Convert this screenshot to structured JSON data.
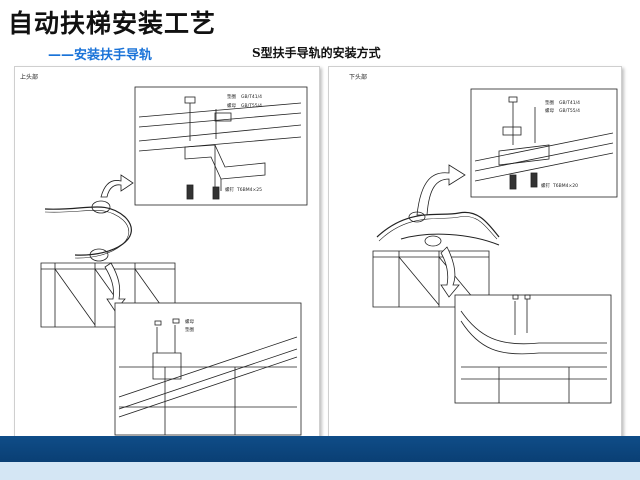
{
  "slide": {
    "title": "自动扶梯安装工艺",
    "subtitle": "——安装扶手导轨",
    "caption": "S型扶手导轨的安装方式"
  },
  "left_panel": {
    "label": "上头部",
    "callout_top": {
      "washer": "垫圈",
      "washer_spec": "GB/T41/4",
      "nut": "螺母",
      "nut_spec": "GB/T55/4",
      "bolt": "螺钉",
      "bolt_spec": "T6BM4×25"
    },
    "callout_bottom": {
      "label_1": "螺母",
      "label_2": "垫圈"
    }
  },
  "right_panel": {
    "label": "下头部",
    "callout_top": {
      "washer": "垫圈",
      "washer_spec": "GB/T41/4",
      "nut": "螺母",
      "nut_spec": "GB/T55/4",
      "bolt": "螺钉",
      "bolt_spec": "T6BM4×20"
    }
  },
  "colors": {
    "title": "#111111",
    "subtitle": "#1a73d8",
    "footer_dark": "#0f4d88",
    "footer_light": "#d4e6f4"
  }
}
